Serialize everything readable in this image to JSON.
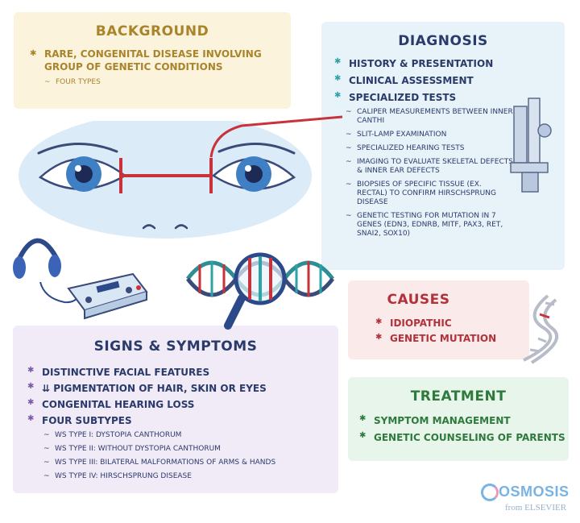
{
  "background": {
    "title": "BACKGROUND",
    "bullet": "RARE, CONGENITAL DISEASE INVOLVING GROUP of GENETIC CONDITIONS",
    "sub": "FOUR TYPES"
  },
  "diagnosis": {
    "title": "DIAGNOSIS",
    "bullets": [
      "HISTORY & PRESENTATION",
      "CLINICAL ASSESSMENT",
      "SPECIALIZED TESTS"
    ],
    "tests": [
      "CALIPER MEASUREMENTS between INNER CANTHI",
      "SLIT-LAMP EXAMINATION",
      "SPECIALIZED HEARING TESTS",
      "IMAGING to EVALUATE SKELETAL DEFECTS & INNER EAR DEFECTS",
      "BIOPSIES of SPECIFIC TISSUE (EX. RECTAL) to CONFIRM HIRSCHSPRUNG DISEASE",
      "GENETIC TESTING for MUTATION in 7 GENES (EDN3, EDNRB, MITF, PAX3, RET, SNAI2, SOX10)"
    ]
  },
  "causes": {
    "title": "CAUSES",
    "bullets": [
      "IDIOPATHIC",
      "GENETIC MUTATION"
    ]
  },
  "treatment": {
    "title": "TREATMENT",
    "bullets": [
      "SYMPTOM MANAGEMENT",
      "GENETIC COUNSELING of PARENTS"
    ]
  },
  "signs": {
    "title": "SIGNS & SYMPTOMS",
    "bullets": [
      "DISTINCTIVE FACIAL FEATURES",
      "⇊ PIGMENTATION of HAIR, SKIN or EYES",
      "CONGENITAL HEARING LOSS",
      "FOUR SUBTYPES"
    ],
    "subtypes": [
      "WS TYPE I: DYSTOPIA CANTHORUM",
      "WS TYPE II: WITHOUT DYSTOPIA CANTHORUM",
      "WS TYPE III: BILATERAL MALFORMATIONS of ARMS & HANDS",
      "WS TYPE IV: HIRSCHSPRUNG DISEASE"
    ]
  },
  "logo": {
    "name": "OSMOSIS",
    "sub": "from ELSEVIER"
  },
  "colors": {
    "background_accent": "#a9842a",
    "diagnosis_accent": "#2a3a6a",
    "causes_accent": "#b2313a",
    "treatment_accent": "#2e7a3c",
    "signs_accent": "#7b5aa6",
    "caliper_red": "#c8323a",
    "iris_blue": "#3f7fc4"
  }
}
